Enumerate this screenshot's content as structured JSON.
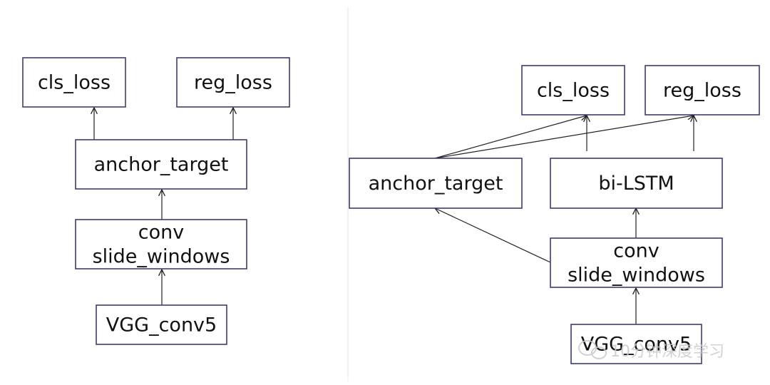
{
  "left_diagram": {
    "nodes": {
      "cls_loss": {
        "lines": [
          "cls_loss"
        ]
      },
      "reg_loss": {
        "lines": [
          "reg_loss"
        ]
      },
      "anchor_target": {
        "lines": [
          "anchor_target"
        ]
      },
      "conv": {
        "lines": [
          "conv",
          "slide_windows"
        ]
      },
      "vgg": {
        "lines": [
          "VGG_conv5"
        ]
      }
    }
  },
  "right_diagram": {
    "nodes": {
      "cls_loss": {
        "lines": [
          "cls_loss"
        ]
      },
      "reg_loss": {
        "lines": [
          "reg_loss"
        ]
      },
      "anchor_target": {
        "lines": [
          "anchor_target"
        ]
      },
      "bilstm": {
        "lines": [
          "bi-LSTM"
        ]
      },
      "conv": {
        "lines": [
          "conv",
          "slide_windows"
        ]
      },
      "vgg": {
        "lines": [
          "VGG_conv5"
        ]
      }
    }
  },
  "watermark": {
    "text": "10分钟深度学习"
  },
  "colors": {
    "box_stroke": "#3d3d6b",
    "arrow": "#222222",
    "divider": "#e3e6ea"
  }
}
